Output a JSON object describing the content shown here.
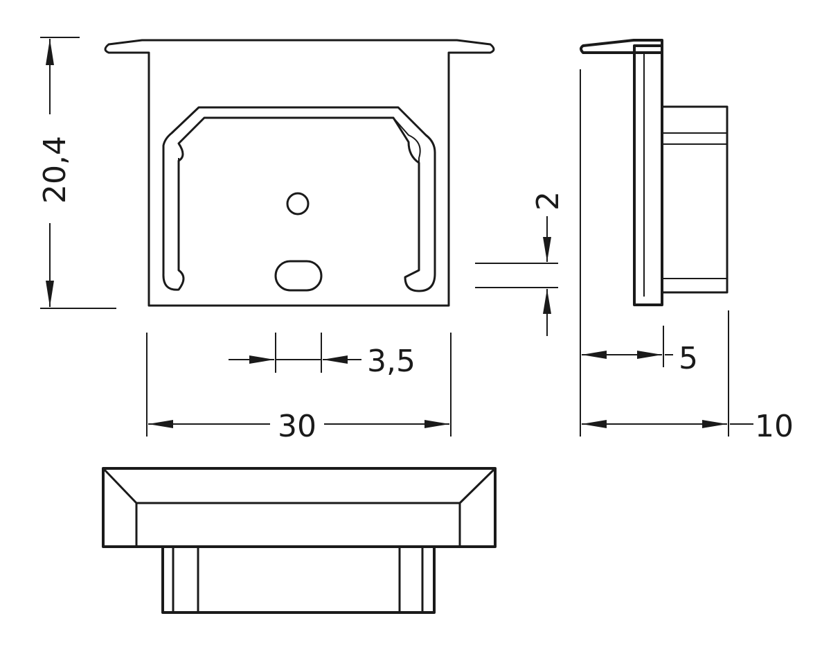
{
  "dimensions": {
    "height_label": "20,4",
    "slot_label": "3,5",
    "width_label": "30",
    "offset_label": "2",
    "depth_inner_label": "5",
    "depth_total_label": "10"
  },
  "colors": {
    "line": "#1a1a1a",
    "background": "#ffffff"
  }
}
